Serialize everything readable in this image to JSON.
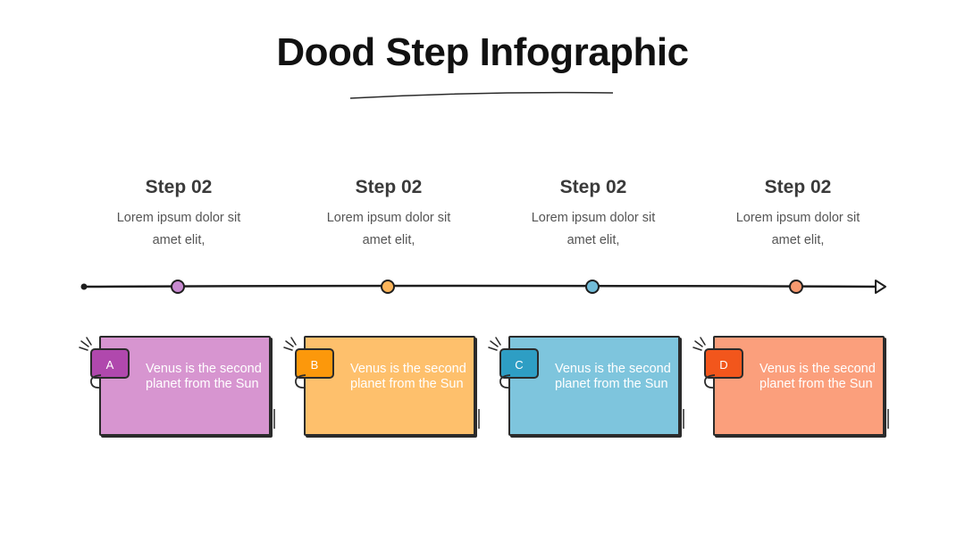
{
  "title": "Dood Step Infographic",
  "steps": [
    {
      "title": "Step 02",
      "desc": "Lorem ipsum dolor sit amet elit,",
      "color": "#c97bc7",
      "dot": "#c88ad0"
    },
    {
      "title": "Step 02",
      "desc": "Lorem ipsum dolor sit amet elit,",
      "color": "#fdbb62",
      "dot": "#fbb45a"
    },
    {
      "title": "Step 02",
      "desc": "Lorem ipsum dolor sit amet elit,",
      "color": "#7cc3dc",
      "dot": "#72bcd8"
    },
    {
      "title": "Step 02",
      "desc": "Lorem ipsum dolor sit amet elit,",
      "color": "#fb9c76",
      "dot": "#f7996f"
    }
  ],
  "cards": [
    {
      "letter": "A",
      "text": "Venus is the second planet from the Sun",
      "bg": "#d795d0",
      "tab": "#b048ad"
    },
    {
      "letter": "B",
      "text": "Venus is the second planet from the Sun",
      "bg": "#fec06c",
      "tab": "#fc980b"
    },
    {
      "letter": "C",
      "text": "Venus is the second planet from the Sun",
      "bg": "#7ec5dd",
      "tab": "#2e9ec4"
    },
    {
      "letter": "D",
      "text": "Venus is the second planet from the Sun",
      "bg": "#fb9f7c",
      "tab": "#f2561c"
    }
  ]
}
